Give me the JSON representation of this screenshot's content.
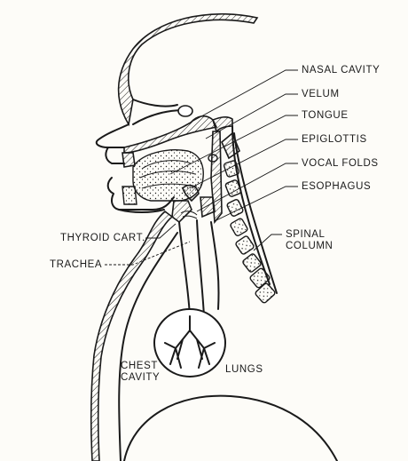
{
  "labels": {
    "nasal_cavity": "NASAL CAVITY",
    "velum": "VELUM",
    "tongue": "TONGUE",
    "epiglottis": "EPIGLOTTIS",
    "vocal_folds": "VOCAL FOLDS",
    "esophagus": "ESOPHAGUS",
    "spinal_column": "SPINAL\nCOLUMN",
    "thyroid_cart": "THYROID CART.",
    "trachea": "TRACHEA",
    "lungs": "LUNGS",
    "chest_cavity": "CHEST\nCAVITY"
  },
  "colors": {
    "ink": "#1a1a1a",
    "paper": "#fdfcf8"
  }
}
